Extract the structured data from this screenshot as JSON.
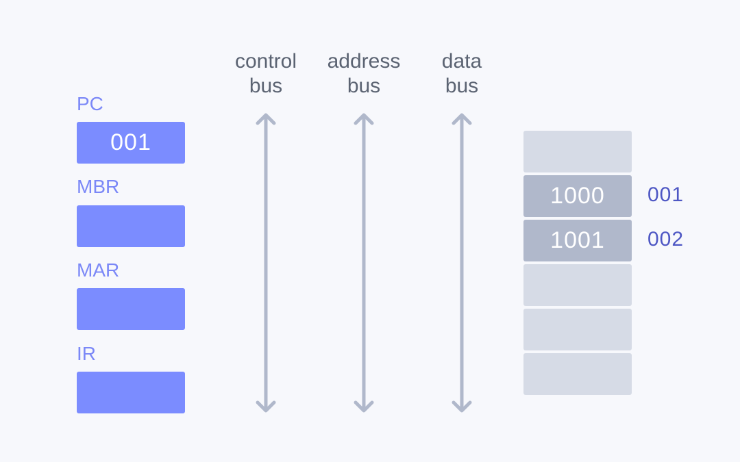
{
  "registers": [
    {
      "name": "PC",
      "value": "001"
    },
    {
      "name": "MBR",
      "value": ""
    },
    {
      "name": "MAR",
      "value": ""
    },
    {
      "name": "IR",
      "value": ""
    }
  ],
  "buses": [
    {
      "line1": "control",
      "line2": "bus"
    },
    {
      "line1": "address",
      "line2": "bus"
    },
    {
      "line1": "data",
      "line2": "bus"
    }
  ],
  "memory": {
    "cells": [
      {
        "value": "",
        "address": "",
        "filled": false
      },
      {
        "value": "1000",
        "address": "001",
        "filled": true
      },
      {
        "value": "1001",
        "address": "002",
        "filled": true
      },
      {
        "value": "",
        "address": "",
        "filled": false
      },
      {
        "value": "",
        "address": "",
        "filled": false
      },
      {
        "value": "",
        "address": "",
        "filled": false
      }
    ]
  },
  "colors": {
    "register": "#7b8cff",
    "register_label": "#7b88f7",
    "bus_arrow": "#b0b8cb",
    "memory_cell": "#d6dbe6",
    "memory_cell_filled": "#b0b8cb",
    "memory_address": "#4e57c4"
  }
}
